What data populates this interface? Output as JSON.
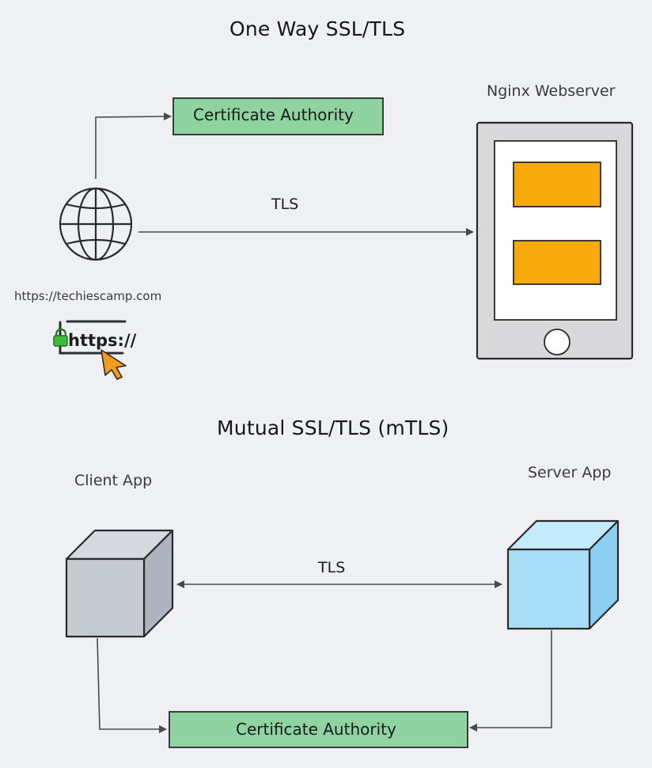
{
  "diagram": {
    "one_way": {
      "title": "One Way SSL/TLS",
      "ca_label": "Certificate Authority",
      "server_label": "Nginx Webserver",
      "link_label": "TLS",
      "url_text": "https://techiescamp.com",
      "https_badge_text": "https://",
      "icons": [
        "globe-icon",
        "lock-icon",
        "cursor-icon",
        "tablet-icon"
      ]
    },
    "mutual": {
      "title": "Mutual SSL/TLS (mTLS)",
      "client_label": "Client App",
      "server_label": "Server App",
      "link_label": "TLS",
      "ca_label": "Certificate Authority",
      "icons": [
        "client-cube-icon",
        "server-cube-icon"
      ]
    },
    "colors": {
      "ca_fill": "#8fd4a0",
      "ca_border": "#2a2a2a",
      "tablet_body": "#d9d9dc",
      "screen_block": "#f7aa0b",
      "client_cube": "#c6cbd2",
      "server_cube": "#a9def8",
      "arrow": "#4a4a4a"
    }
  }
}
